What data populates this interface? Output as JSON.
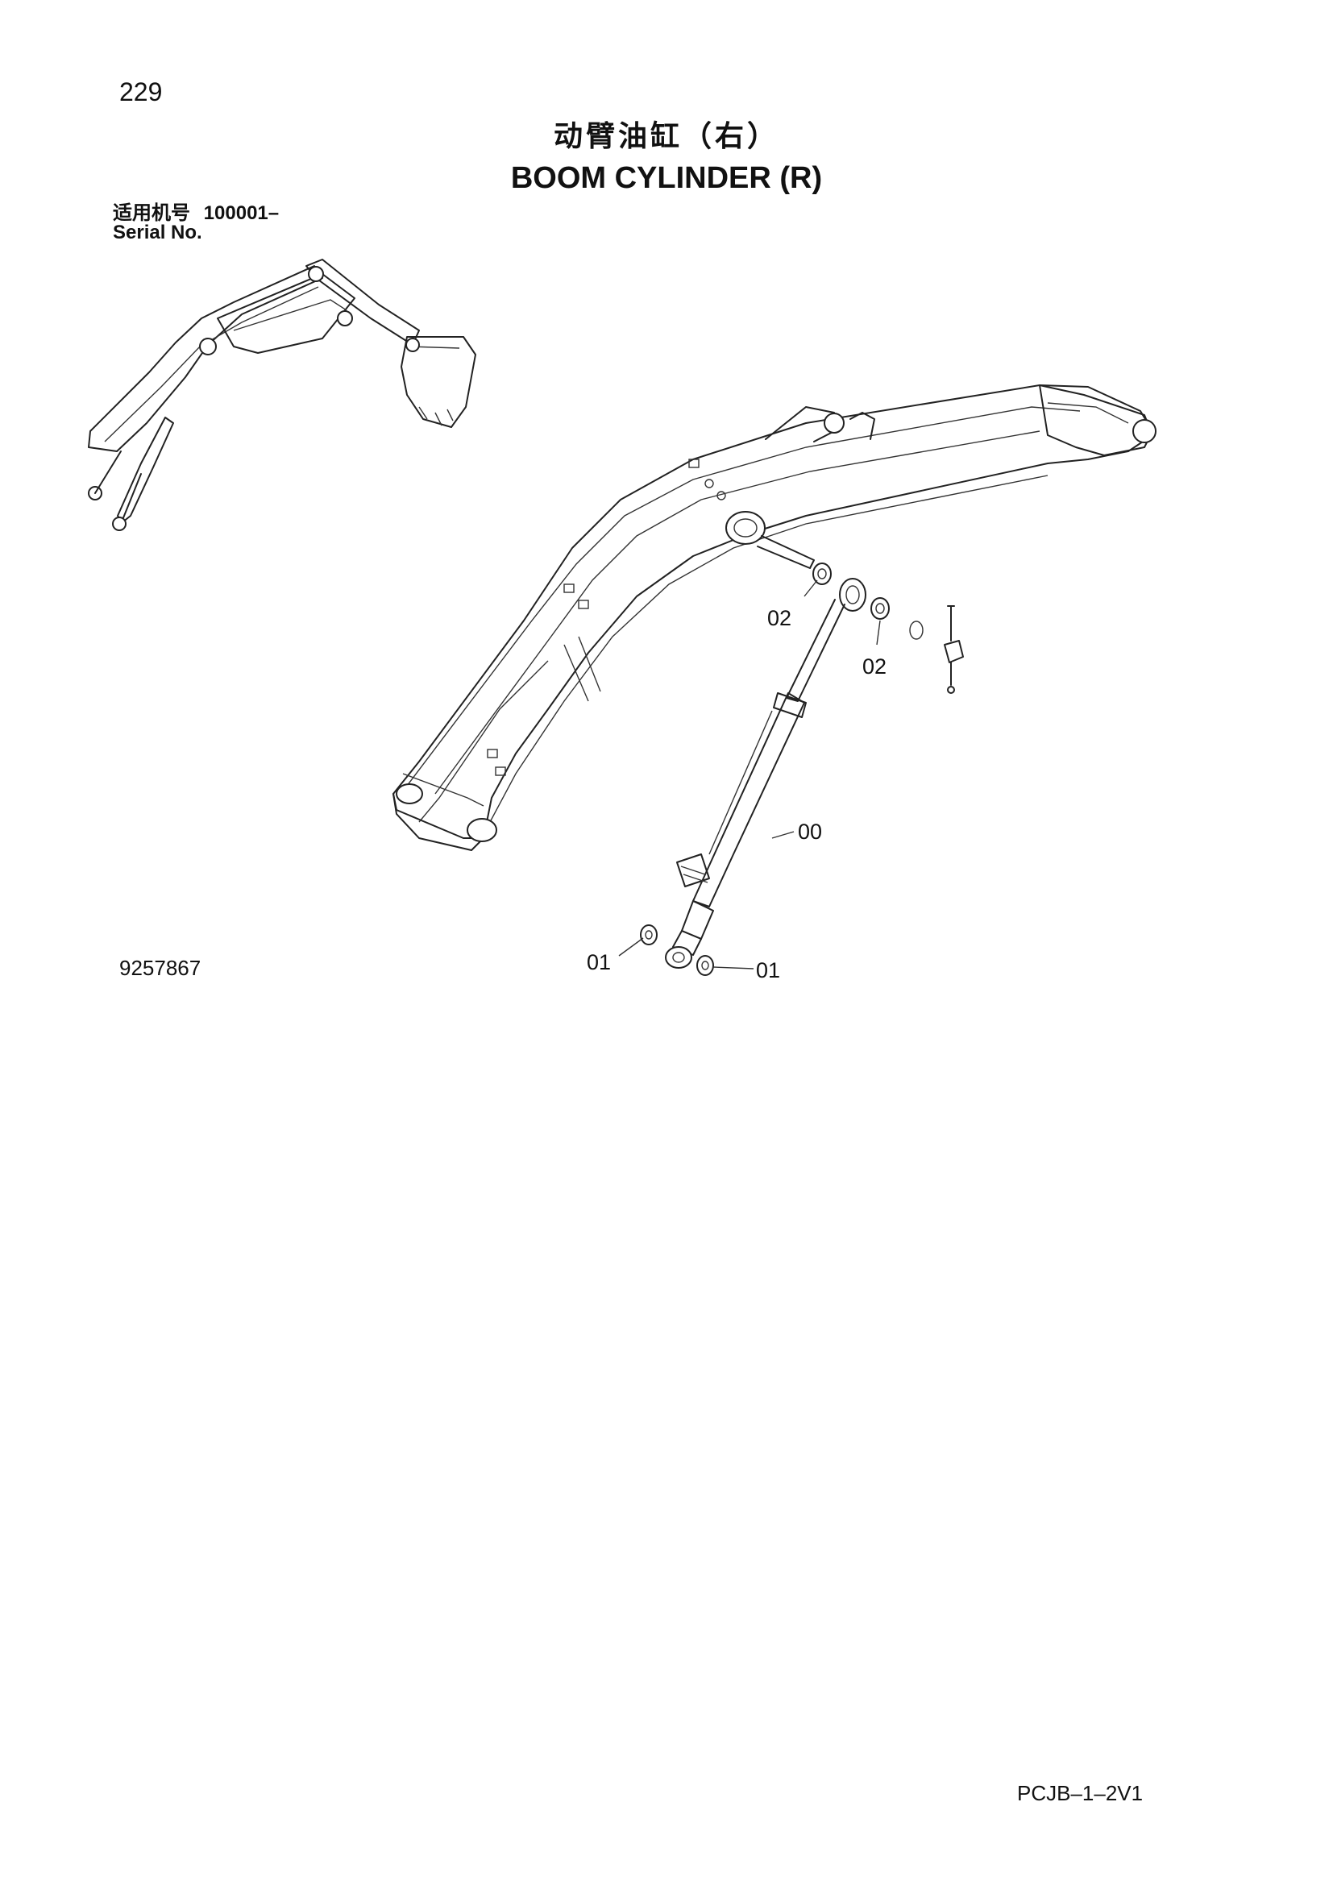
{
  "header": {
    "page_number": "229",
    "title_cn": "动臂油缸（右）",
    "title_en": "BOOM CYLINDER (R)"
  },
  "serial": {
    "label_cn": "适用机号",
    "value": "100001–",
    "label_en": "Serial No."
  },
  "diagram": {
    "callouts": [
      {
        "id": "00",
        "label": "00"
      },
      {
        "id": "01a",
        "label": "01"
      },
      {
        "id": "01b",
        "label": "01"
      },
      {
        "id": "02a",
        "label": "02"
      },
      {
        "id": "02b",
        "label": "02"
      }
    ]
  },
  "drawing_number": "9257867",
  "footer": {
    "code": "PCJB–1–2V1"
  }
}
